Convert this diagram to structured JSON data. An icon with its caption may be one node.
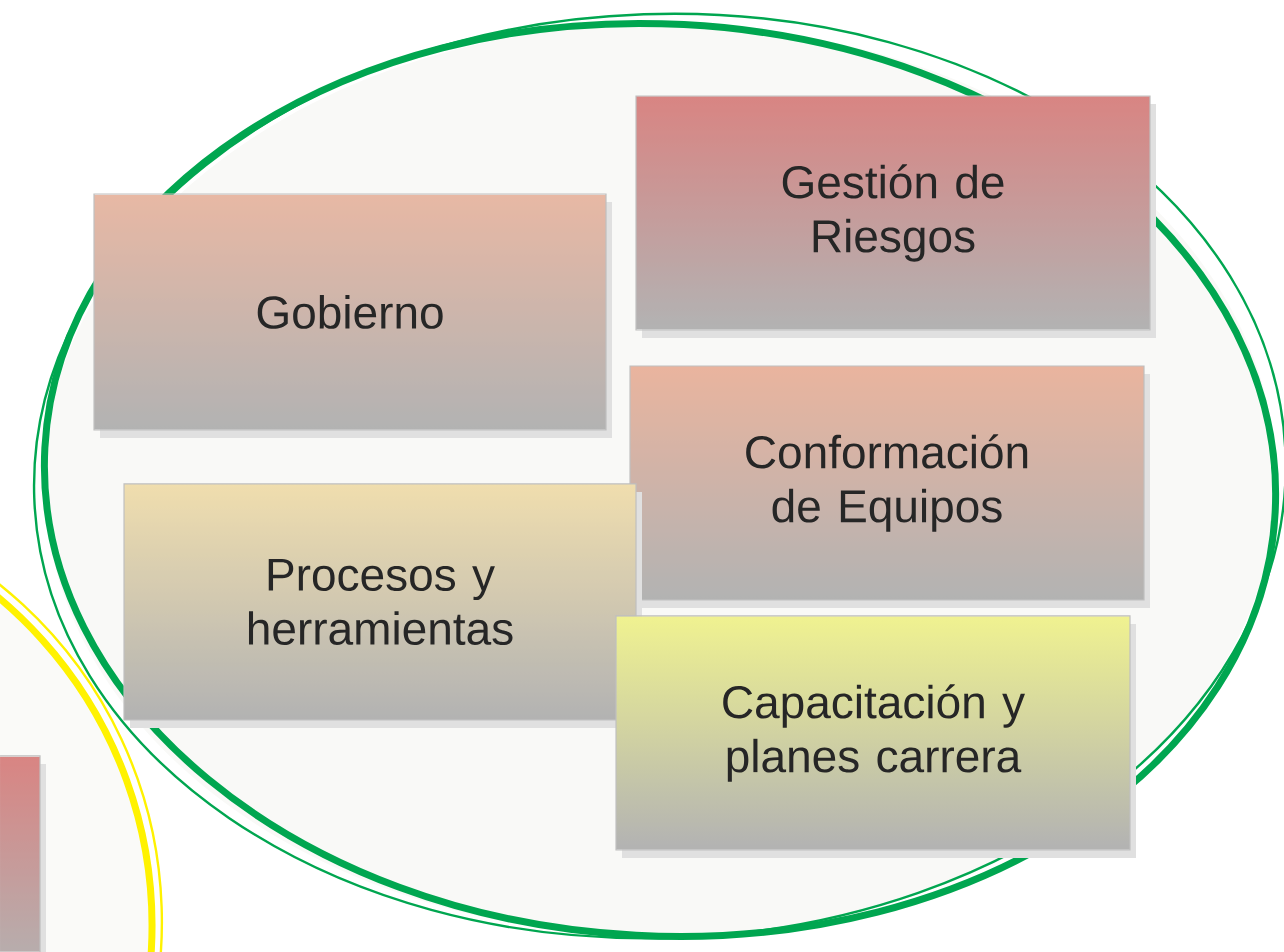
{
  "diagram": {
    "nodes": [
      {
        "text": [],
        "shape": "circle"
      },
      {
        "text": [
          "Gestión de Riesgos"
        ],
        "in": 0
      },
      {
        "text": [
          "Gobierno"
        ],
        "in": 0
      },
      {
        "text": [
          "Conformación de Equipos"
        ],
        "in": 0
      },
      {
        "text": [
          "Procesos y herramientas"
        ],
        "in": 0
      },
      {
        "text": [
          "Capacitación y planes carrera"
        ],
        "in": 0
      },
      {
        "text": [],
        "shape": "circle"
      },
      {
        "text": [],
        "shape": "box",
        "in": 6
      }
    ]
  }
}
